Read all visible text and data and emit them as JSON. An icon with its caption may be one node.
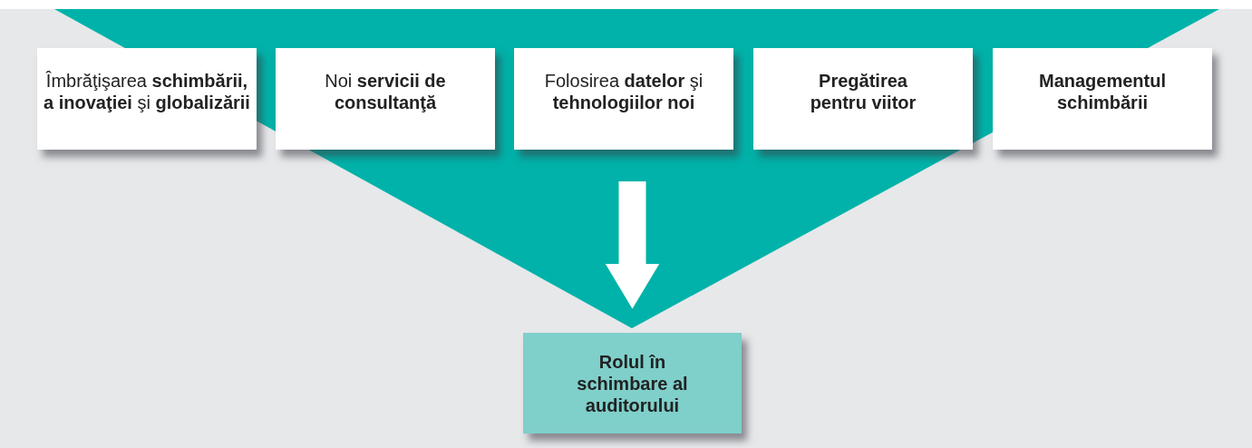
{
  "diagram": {
    "nodes": [
      {
        "text": [
          "Îmbrăţişarea **schimbării, a inovaţiei** şi **globalizării**"
        ]
      },
      {
        "text": [
          "Noi **servicii de consultanţă**"
        ]
      },
      {
        "text": [
          "Folosirea **datelor** şi **tehnologiilor noi**"
        ]
      },
      {
        "text": [
          "**Pregătirea pentru viitor**"
        ]
      },
      {
        "text": [
          "**Managementul schimbării**"
        ]
      },
      {
        "text": [
          "**Rolul în schimbare al auditorului**"
        ]
      }
    ],
    "edges": [
      {
        "from": null,
        "to": 5,
        "arrow": "to"
      }
    ]
  }
}
